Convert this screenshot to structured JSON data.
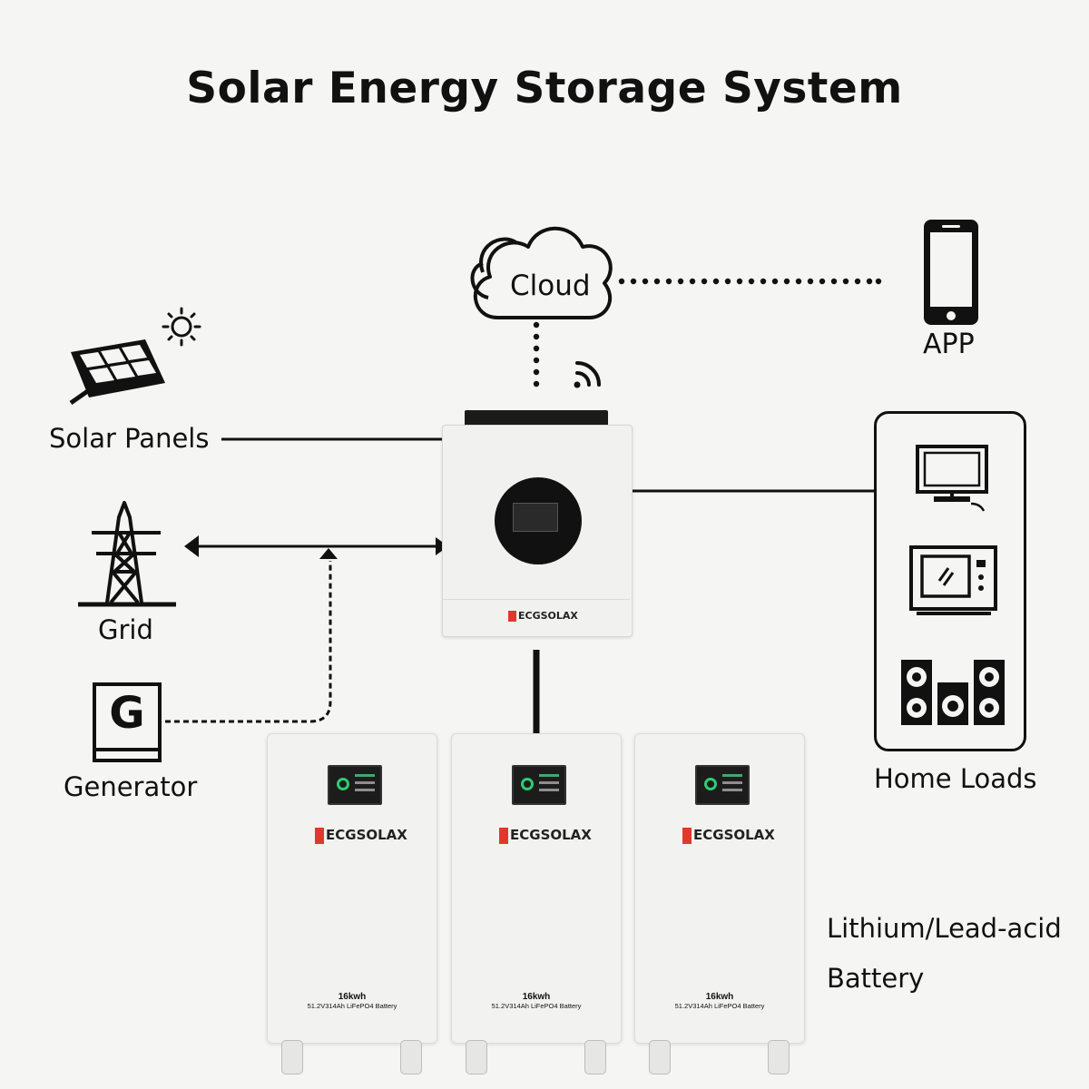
{
  "title": "Solar Energy Storage System",
  "nodes": {
    "cloud": "Cloud",
    "app": "APP",
    "solar_panels": "Solar Panels",
    "grid": "Grid",
    "generator": "Generator",
    "generator_symbol": "G",
    "home_loads": "Home Loads",
    "battery_label_line1": "Lithium/Lead-acid",
    "battery_label_line2": "Battery"
  },
  "inverter": {
    "brand": "ECGSOLAX"
  },
  "batteries": [
    {
      "brand": "ECGSOLAX",
      "capacity": "16kwh",
      "spec": "51.2V314Ah  LiFePO4 Battery"
    },
    {
      "brand": "ECGSOLAX",
      "capacity": "16kwh",
      "spec": "51.2V314Ah  LiFePO4 Battery"
    },
    {
      "brand": "ECGSOLAX",
      "capacity": "16kwh",
      "spec": "51.2V314Ah  LiFePO4 Battery"
    }
  ],
  "colors": {
    "line": "#111111",
    "brand_red": "#e1382b",
    "background": "#f5f5f3",
    "screen_green": "#2ecc71"
  },
  "icons": [
    "cloud-icon",
    "smartphone-icon",
    "wifi-icon",
    "solar-panel-icon",
    "sun-icon",
    "power-tower-icon",
    "generator-icon",
    "tv-icon",
    "microwave-icon",
    "speakers-icon"
  ]
}
